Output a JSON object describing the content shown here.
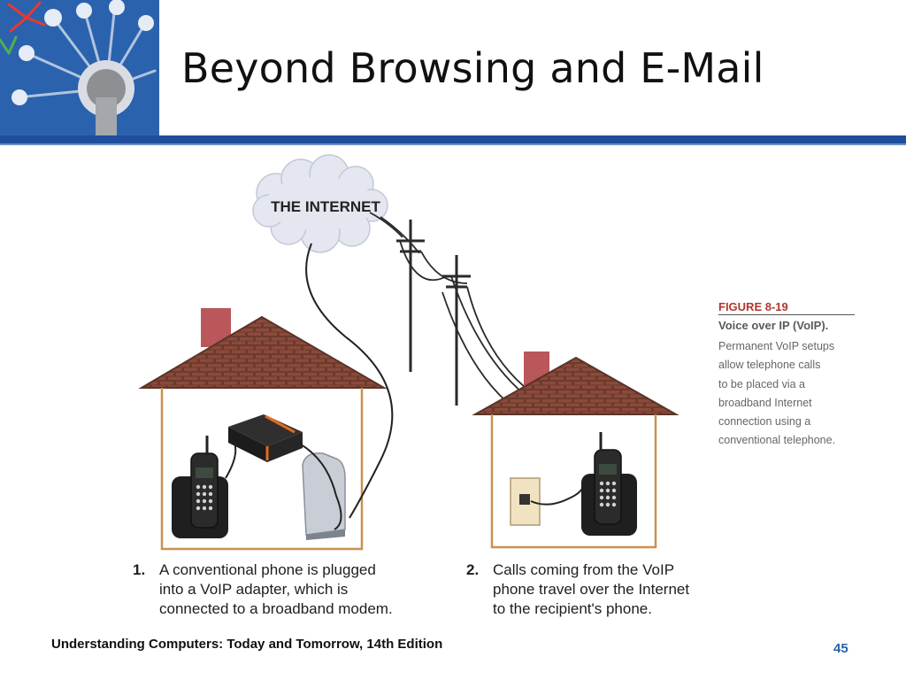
{
  "slide": {
    "title": "Beyond Browsing and E-Mail",
    "footer": "Understanding Computers: Today and Tomorrow, 14th Edition",
    "page_number": "45"
  },
  "figure": {
    "cloud_label": "THE INTERNET",
    "figure_number": "FIGURE 8-19",
    "figure_title": "Voice over IP (VoIP).",
    "caption_lines": [
      "Permanent VoIP setups",
      "allow telephone calls",
      "to be placed via a",
      "broadband  Internet",
      "connection using a",
      "conventional telephone."
    ],
    "steps": [
      {
        "number": "1.",
        "lines": [
          "A conventional phone is plugged",
          "into a VoIP adapter, which is",
          "connected to a broadband modem."
        ]
      },
      {
        "number": "2.",
        "lines": [
          "Calls coming from the VoIP",
          "phone travel over the Internet",
          "to the recipient's phone."
        ]
      }
    ]
  },
  "colors": {
    "header_blue": "#1f4e9c",
    "roof_brick": "#8b4a3a",
    "chimney": "#b9575a",
    "figure_red": "#b0372d"
  }
}
